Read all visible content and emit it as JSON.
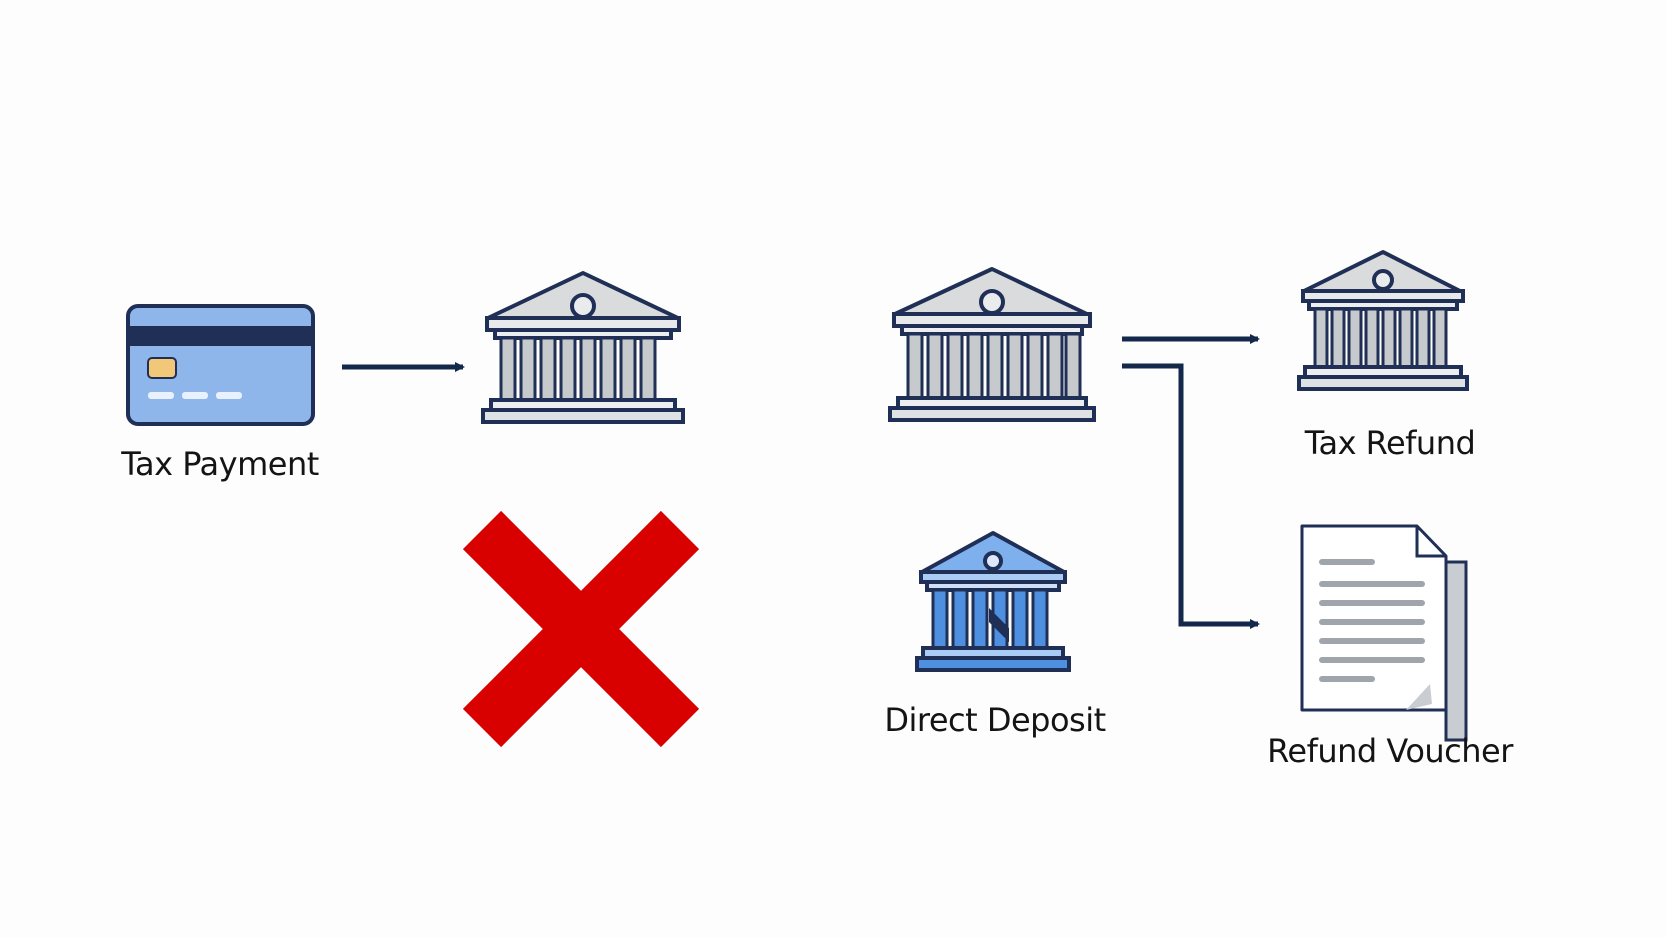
{
  "labels": {
    "tax_payment": "Tax Payment",
    "direct_deposit": "Direct Deposit",
    "tax_refund": "Tax Refund",
    "refund_voucher": "Refund Voucher"
  },
  "icons": {
    "card": "credit-card-icon",
    "bank": "bank-icon",
    "cross": "cross-icon",
    "document": "document-icon"
  },
  "colors": {
    "background": "#fcfdfc",
    "arrow": "#14284b",
    "cross": "#d90000",
    "card_fill": "#8fb6ea",
    "bank_outline": "#1f2f55",
    "deposit_blue": "#4f8fe0"
  }
}
